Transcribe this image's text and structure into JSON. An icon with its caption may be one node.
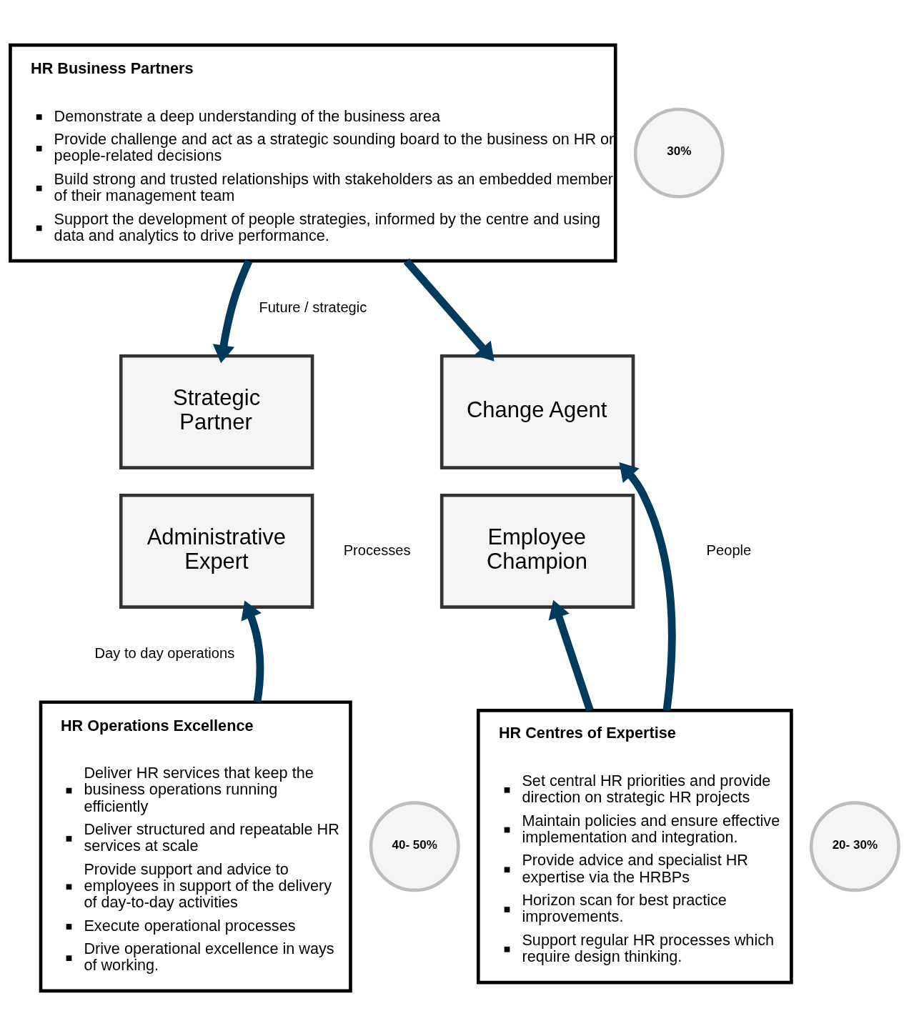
{
  "diagram": {
    "nodes": [
      {
        "text": [
          "HR Business Partners",
          "Demonstrate a deep understanding of the business area",
          "Provide challenge and act as a strategic sounding board to the business on HR or people-related decisions",
          "Build strong and trusted relationships with stakeholders as an embedded member of their management team",
          "Support the development of people strategies, informed by the centre and using data and analytics to drive performance."
        ]
      },
      {
        "text": [
          "30%"
        ]
      },
      {
        "text": [
          "Strategic Partner"
        ]
      },
      {
        "text": [
          "Change Agent"
        ]
      },
      {
        "text": [
          "Administrative Expert"
        ]
      },
      {
        "text": [
          "Employee Champion"
        ]
      },
      {
        "text": [
          "HR Operations Excellence",
          "Deliver HR services that keep the business operations running efficiently",
          "Deliver structured and repeatable HR services at scale",
          "Provide support and advice to employees in support of the delivery of day-to-day activities",
          "Execute operational processes",
          "Drive operational excellence in ways of working."
        ]
      },
      {
        "text": [
          "40- 50%"
        ]
      },
      {
        "text": [
          "HR Centres of Expertise",
          "Set central HR priorities and provide direction on strategic HR projects",
          "Maintain policies and ensure effective implementation and integration.",
          "Provide advice and specialist HR expertise via the HRBPs",
          "Horizon scan for best practice improvements.",
          "Support regular HR processes which require design thinking."
        ]
      },
      {
        "text": [
          "20- 30%"
        ]
      }
    ],
    "edges": [
      {
        "from": 0,
        "to": 2,
        "arrow": "to"
      },
      {
        "from": 0,
        "to": 3,
        "arrow": "to"
      },
      {
        "from": 6,
        "to": 4,
        "arrow": "to"
      },
      {
        "from": 8,
        "to": 5,
        "arrow": "to"
      },
      {
        "from": 8,
        "to": 3,
        "arrow": "to"
      }
    ],
    "labels": [
      "Future / strategic",
      "Processes",
      "People",
      "Day to day operations"
    ]
  }
}
